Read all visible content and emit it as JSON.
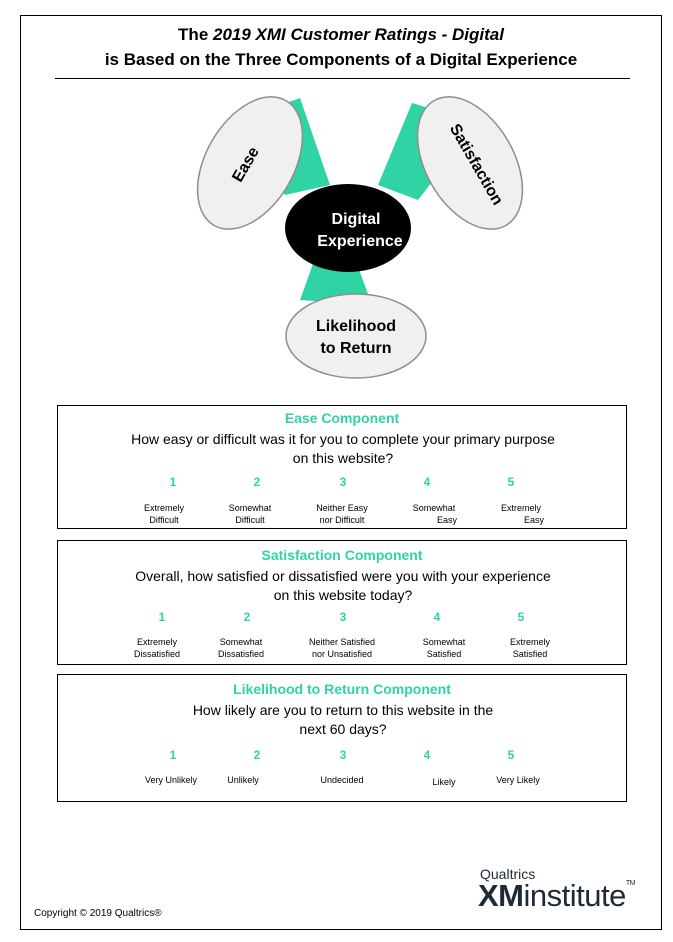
{
  "header": {
    "title_line1_prefix": "The ",
    "title_line1_italic": "2019 XMI Customer Ratings - Digital",
    "title_line2": "is Based on the Three Components of a Digital Experience"
  },
  "diagram": {
    "center_line1": "Digital",
    "center_line2": "Experience",
    "ease_label": "Ease",
    "satisfaction_label": "Satisfaction",
    "likelihood_line1": "Likelihood",
    "likelihood_line2": "to Return",
    "accent_color": "#2fd3a4",
    "center_color": "#000000"
  },
  "components": [
    {
      "title": "Ease Component",
      "question_line1": "How easy or difficult was it for you to complete your primary purpose",
      "question_line2": "on this website?",
      "scale": [
        {
          "num": "1",
          "line1": "Extremely",
          "line2": "Difficult"
        },
        {
          "num": "2",
          "line1": "Somewhat",
          "line2": "Difficult"
        },
        {
          "num": "3",
          "line1": "Neither Easy",
          "line2": "nor Difficult"
        },
        {
          "num": "4",
          "line1": "Somewhat",
          "line2": "Easy"
        },
        {
          "num": "5",
          "line1": "Extremely",
          "line2": "Easy"
        }
      ]
    },
    {
      "title": "Satisfaction Component",
      "question_line1": "Overall, how satisfied or dissatisfied were you with your experience",
      "question_line2": "on this website today?",
      "scale": [
        {
          "num": "1",
          "line1": "Extremely",
          "line2": "Dissatisfied"
        },
        {
          "num": "2",
          "line1": "Somewhat",
          "line2": "Dissatisfied"
        },
        {
          "num": "3",
          "line1": "Neither Satisfied",
          "line2": "nor Unsatisfied"
        },
        {
          "num": "4",
          "line1": "Somewhat",
          "line2": "Satisfied"
        },
        {
          "num": "5",
          "line1": "Extremely",
          "line2": "Satisfied"
        }
      ]
    },
    {
      "title": "Likelihood to Return Component",
      "question_line1": "How likely are you to return to this website in the",
      "question_line2": "next 60 days?",
      "scale": [
        {
          "num": "1",
          "line1": "Very Unlikely",
          "line2": ""
        },
        {
          "num": "2",
          "line1": "Unlikely",
          "line2": ""
        },
        {
          "num": "3",
          "line1": "Undecided",
          "line2": ""
        },
        {
          "num": "4",
          "line1": "Likely",
          "line2": ""
        },
        {
          "num": "5",
          "line1": "Very Likely",
          "line2": ""
        }
      ]
    }
  ],
  "logo": {
    "top": "Qualtrics",
    "xm": "XM",
    "word": "institute",
    "tm": "TM"
  },
  "footer": {
    "copyright": "Copyright © 2019 Qualtrics®"
  }
}
